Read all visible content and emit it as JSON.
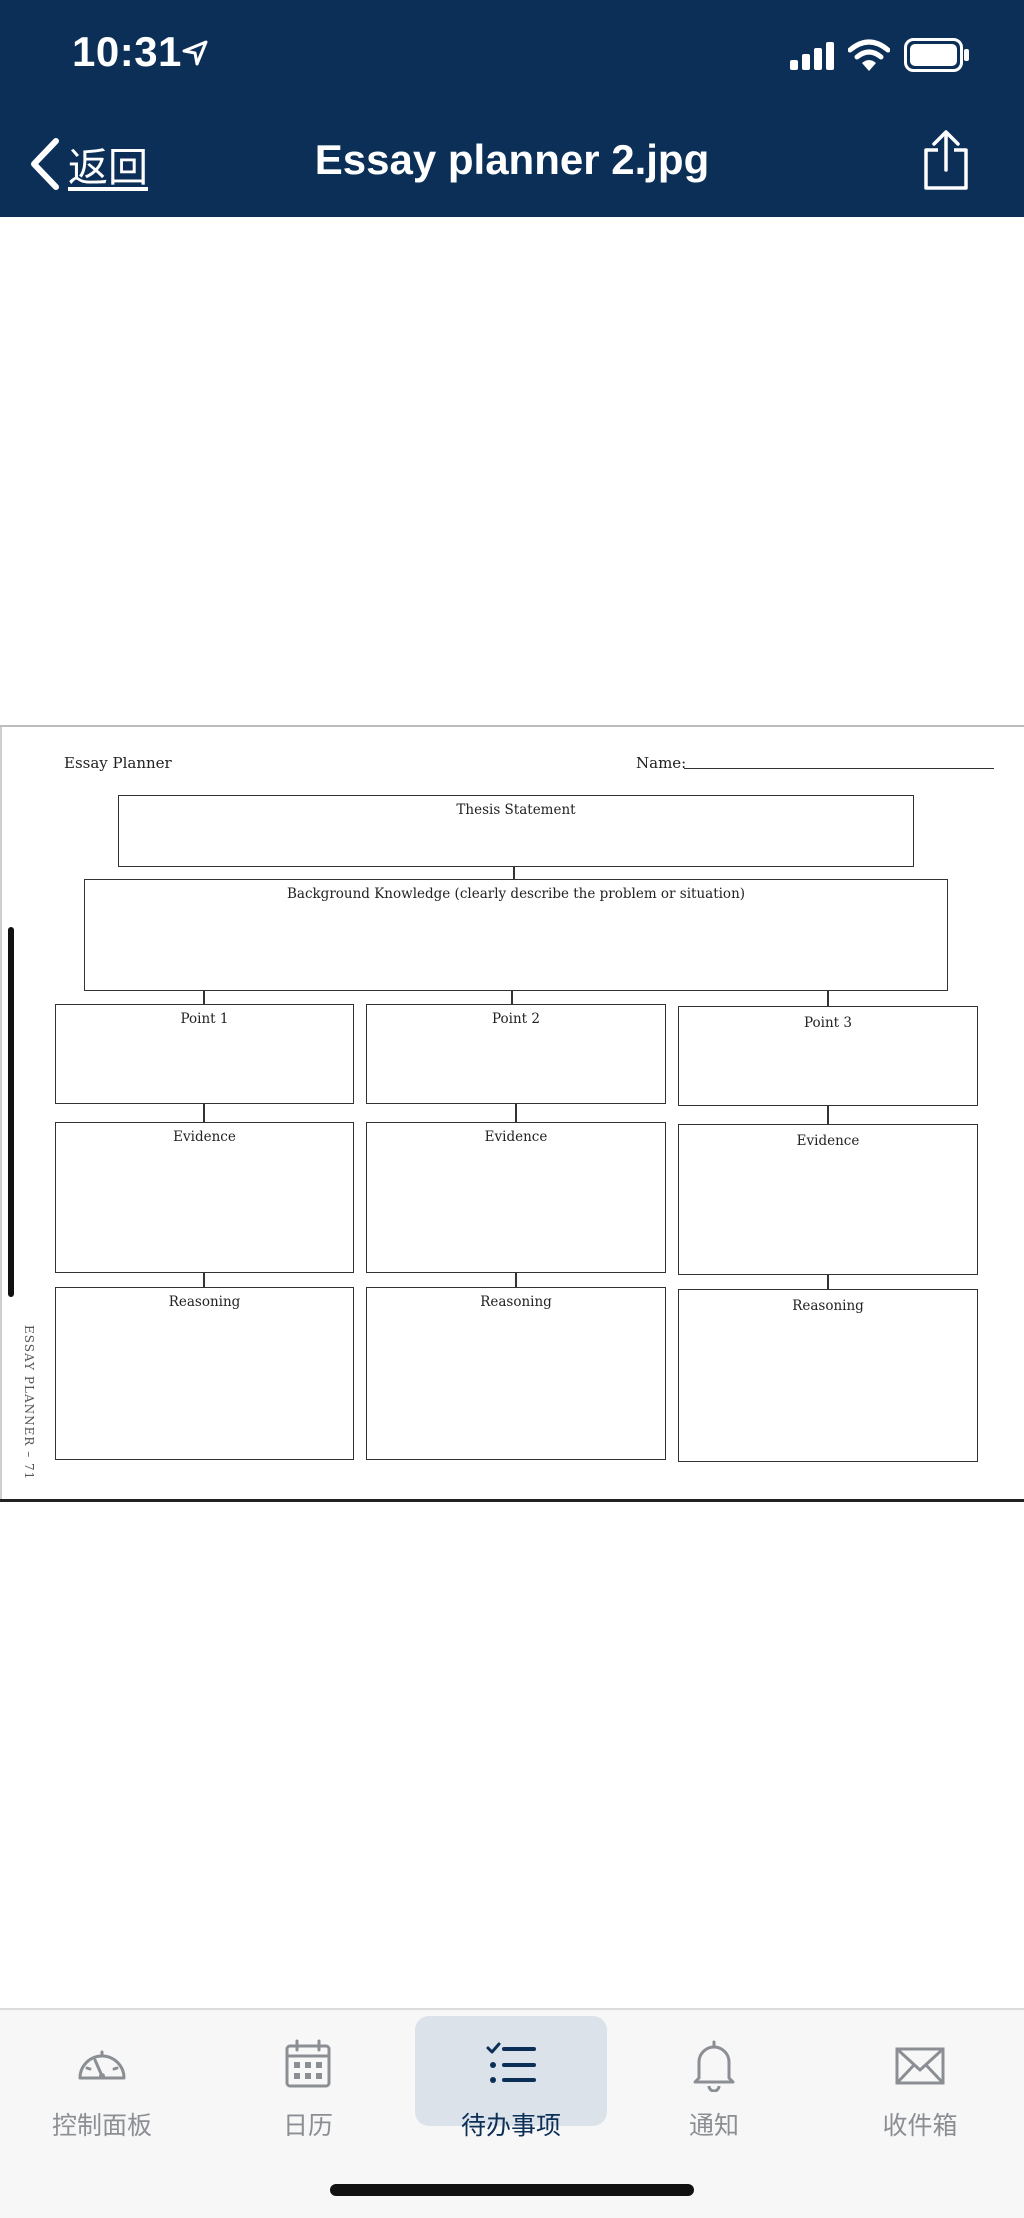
{
  "status_bar": {
    "time": "10:31"
  },
  "nav": {
    "back_label": "返回",
    "title": "Essay planner 2.jpg"
  },
  "document": {
    "header_title": "Essay Planner",
    "name_label": "Name:",
    "thesis": "Thesis Statement",
    "background": "Background Knowledge (clearly describe the problem or situation)",
    "columns": [
      {
        "point": "Point 1",
        "evidence": "Evidence",
        "reasoning": "Reasoning"
      },
      {
        "point": "Point 2",
        "evidence": "Evidence",
        "reasoning": "Reasoning"
      },
      {
        "point": "Point 3",
        "evidence": "Evidence",
        "reasoning": "Reasoning"
      }
    ],
    "side_footer": "ESSAY PLANNER – 71"
  },
  "tabbar": {
    "items": [
      {
        "label": "控制面板",
        "icon": "dashboard-gauge-icon"
      },
      {
        "label": "日历",
        "icon": "calendar-icon"
      },
      {
        "label": "待办事项",
        "icon": "todo-list-icon",
        "active": true
      },
      {
        "label": "通知",
        "icon": "bell-icon"
      },
      {
        "label": "收件箱",
        "icon": "envelope-icon"
      }
    ]
  },
  "colors": {
    "header_bg": "#0b2f57",
    "active_tab_bg": "#dbe2ea",
    "inactive_tab": "#8b8f94"
  }
}
